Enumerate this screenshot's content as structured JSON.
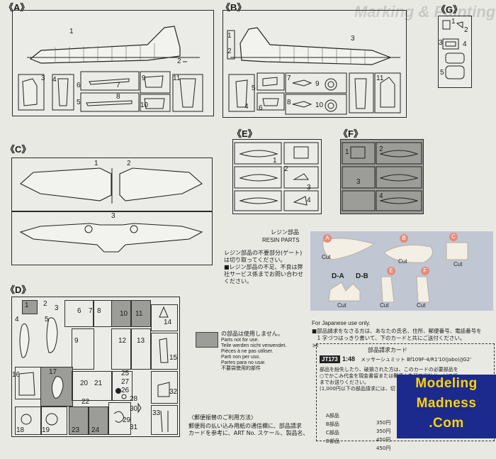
{
  "section_labels": {
    "A": "《A》",
    "B": "《B》",
    "C": "《C》",
    "D": "《D》",
    "E": "《E》",
    "F": "《F》",
    "G": "《G》"
  },
  "resin": {
    "title_jp": "レジン部品",
    "title_en": "RESIN PARTS",
    "note_jp": "レジン部品の不要部分(ゲート)\nは切り取ってください。\n■レジン部品の不足、不良は弊\n社サービス係までお問い合わせ\nください。",
    "cut_label": "Cut",
    "part_letters": [
      "A",
      "B",
      "C",
      "D-A",
      "D-B",
      "E",
      "F"
    ]
  },
  "unused_legend": {
    "jp": "の部品は使用しません。",
    "lines": [
      "Parts not for use.",
      "Teile werden nicht verwendet.",
      "Pièces à ne pas utiliser.",
      "Parti non per uso.",
      "Partes para no usar.",
      "不要袋使用的部件"
    ]
  },
  "japan_only": "For Japanese use only.",
  "parts_request": {
    "intro": "■部品請求をなさる方は、あなたの氏名、住所、郵便番号、電話番号を\n　1 字づつはっきり書いて、下のカードと共にご送付ください。",
    "card_title": "部品請求カード",
    "kit_no": "JT173",
    "scale": "1:48",
    "kit_name": "メッサーシュミット Bf109F-4/R1'10(Jabo)/JG2'",
    "body": "部品を紛失したり、破損された方は、このカードの必要部品を\n○でかこみ代金を現金書留または郵便小為替で当社サービス係\nまでお送りください。\n(1,000円以下の部品請求には、切",
    "prices": [
      {
        "part": "A部品",
        "price": "350円"
      },
      {
        "part": "B部品",
        "price": "350円"
      },
      {
        "part": "C部品",
        "price": "450円"
      },
      {
        "part": "D部品",
        "price": "450円"
      }
    ]
  },
  "postal": {
    "heading": "〈郵便振替のご利用方法〉",
    "body": "郵便局の払い込み用紙の通信欄に、部品請求\nカードを参考に、ART No. スケール、製品名、"
  },
  "logo": {
    "line1": "Modeling",
    "line2": "Madness",
    "line3": ".Com"
  },
  "bg_heading": "Marking & Painting",
  "part_numbers": {
    "A": [
      "1",
      "2",
      "3",
      "4",
      "5",
      "6",
      "7",
      "8",
      "9",
      "10",
      "11"
    ],
    "B": [
      "1",
      "2",
      "3",
      "4",
      "5",
      "6",
      "7",
      "8",
      "9",
      "10",
      "11"
    ],
    "C": [
      "1",
      "2",
      "3"
    ],
    "E": [
      "1",
      "2",
      "3",
      "4"
    ],
    "F": [
      "1",
      "2",
      "3",
      "4"
    ],
    "G": [
      "1",
      "2",
      "3",
      "4",
      "5"
    ],
    "D": [
      "1",
      "2",
      "3",
      "4",
      "5",
      "6",
      "7",
      "8",
      "9",
      "10",
      "11",
      "12",
      "13",
      "14",
      "15",
      "16",
      "17",
      "18",
      "19",
      "20",
      "21",
      "22",
      "23",
      "24",
      "25",
      "26",
      "27",
      "28",
      "29",
      "30",
      "31",
      "32",
      "33"
    ]
  }
}
